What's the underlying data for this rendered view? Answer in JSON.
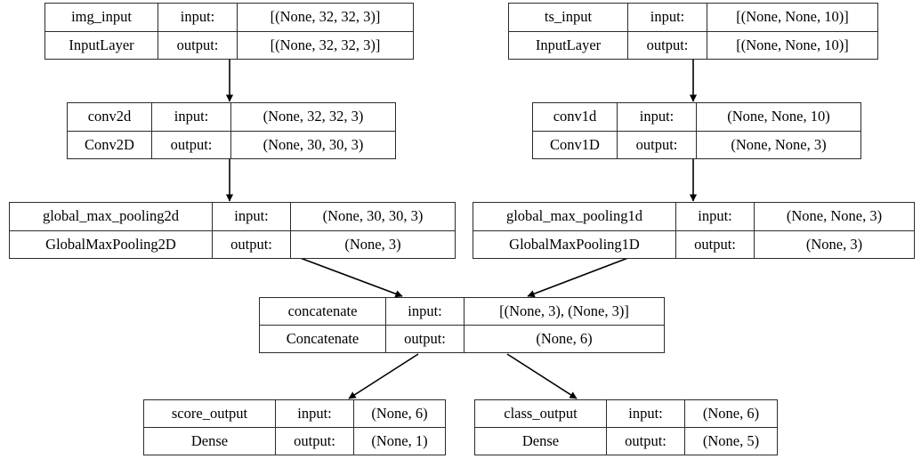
{
  "diagram": {
    "title": "Keras functional model plot",
    "type": "model-architecture-graph",
    "label_input": "input:",
    "label_output": "output:",
    "edge_color": "#000000",
    "node_border_color": "#2b2b2b",
    "background": "#ffffff"
  },
  "nodes": [
    {
      "id": "img_input",
      "name": "img_input",
      "class_name": "InputLayer",
      "input_label": "input:",
      "output_label": "output:",
      "input_shape": "[(None, 32, 32, 3)]",
      "output_shape": "[(None, 32, 32, 3)]"
    },
    {
      "id": "ts_input",
      "name": "ts_input",
      "class_name": "InputLayer",
      "input_label": "input:",
      "output_label": "output:",
      "input_shape": "[(None, None, 10)]",
      "output_shape": "[(None, None, 10)]"
    },
    {
      "id": "conv2d",
      "name": "conv2d",
      "class_name": "Conv2D",
      "input_label": "input:",
      "output_label": "output:",
      "input_shape": "(None, 32, 32, 3)",
      "output_shape": "(None, 30, 30, 3)"
    },
    {
      "id": "conv1d",
      "name": "conv1d",
      "class_name": "Conv1D",
      "input_label": "input:",
      "output_label": "output:",
      "input_shape": "(None, None, 10)",
      "output_shape": "(None, None, 3)"
    },
    {
      "id": "global_max_pooling2d",
      "name": "global_max_pooling2d",
      "class_name": "GlobalMaxPooling2D",
      "input_label": "input:",
      "output_label": "output:",
      "input_shape": "(None, 30, 30, 3)",
      "output_shape": "(None, 3)"
    },
    {
      "id": "global_max_pooling1d",
      "name": "global_max_pooling1d",
      "class_name": "GlobalMaxPooling1D",
      "input_label": "input:",
      "output_label": "output:",
      "input_shape": "(None, None, 3)",
      "output_shape": "(None, 3)"
    },
    {
      "id": "concatenate",
      "name": "concatenate",
      "class_name": "Concatenate",
      "input_label": "input:",
      "output_label": "output:",
      "input_shape": "[(None, 3), (None, 3)]",
      "output_shape": "(None, 6)"
    },
    {
      "id": "score_output",
      "name": "score_output",
      "class_name": "Dense",
      "input_label": "input:",
      "output_label": "output:",
      "input_shape": "(None, 6)",
      "output_shape": "(None, 1)"
    },
    {
      "id": "class_output",
      "name": "class_output",
      "class_name": "Dense",
      "input_label": "input:",
      "output_label": "output:",
      "input_shape": "(None, 6)",
      "output_shape": "(None, 5)"
    }
  ],
  "edges": [
    {
      "from": "img_input",
      "to": "conv2d"
    },
    {
      "from": "ts_input",
      "to": "conv1d"
    },
    {
      "from": "conv2d",
      "to": "global_max_pooling2d"
    },
    {
      "from": "conv1d",
      "to": "global_max_pooling1d"
    },
    {
      "from": "global_max_pooling2d",
      "to": "concatenate"
    },
    {
      "from": "global_max_pooling1d",
      "to": "concatenate"
    },
    {
      "from": "concatenate",
      "to": "score_output"
    },
    {
      "from": "concatenate",
      "to": "class_output"
    }
  ]
}
